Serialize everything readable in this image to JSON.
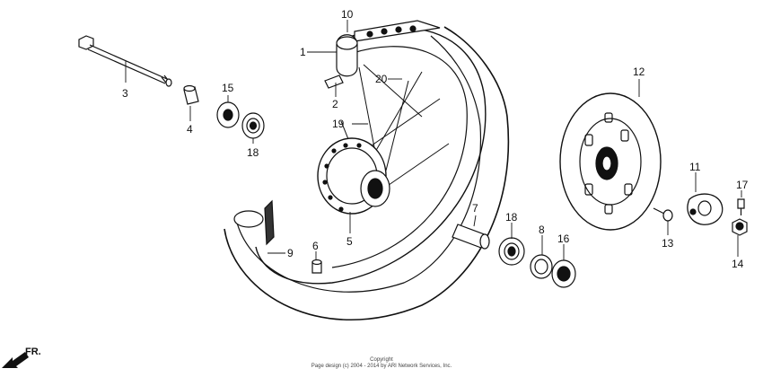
{
  "callouts": {
    "c1": "1",
    "c2": "2",
    "c3": "3",
    "c4": "4",
    "c5": "5",
    "c6": "6",
    "c7": "7",
    "c8": "8",
    "c9": "9",
    "c10": "10",
    "c11": "11",
    "c12": "12",
    "c13": "13",
    "c14": "14",
    "c15": "15",
    "c16": "16",
    "c17": "17",
    "c18a": "18",
    "c18b": "18",
    "c19": "19",
    "c20": "20"
  },
  "direction": {
    "label": "FR."
  },
  "copyright": {
    "line1": "Copyright",
    "line2": "Page design (c) 2004 - 2014 by ARI Network Services, Inc."
  }
}
